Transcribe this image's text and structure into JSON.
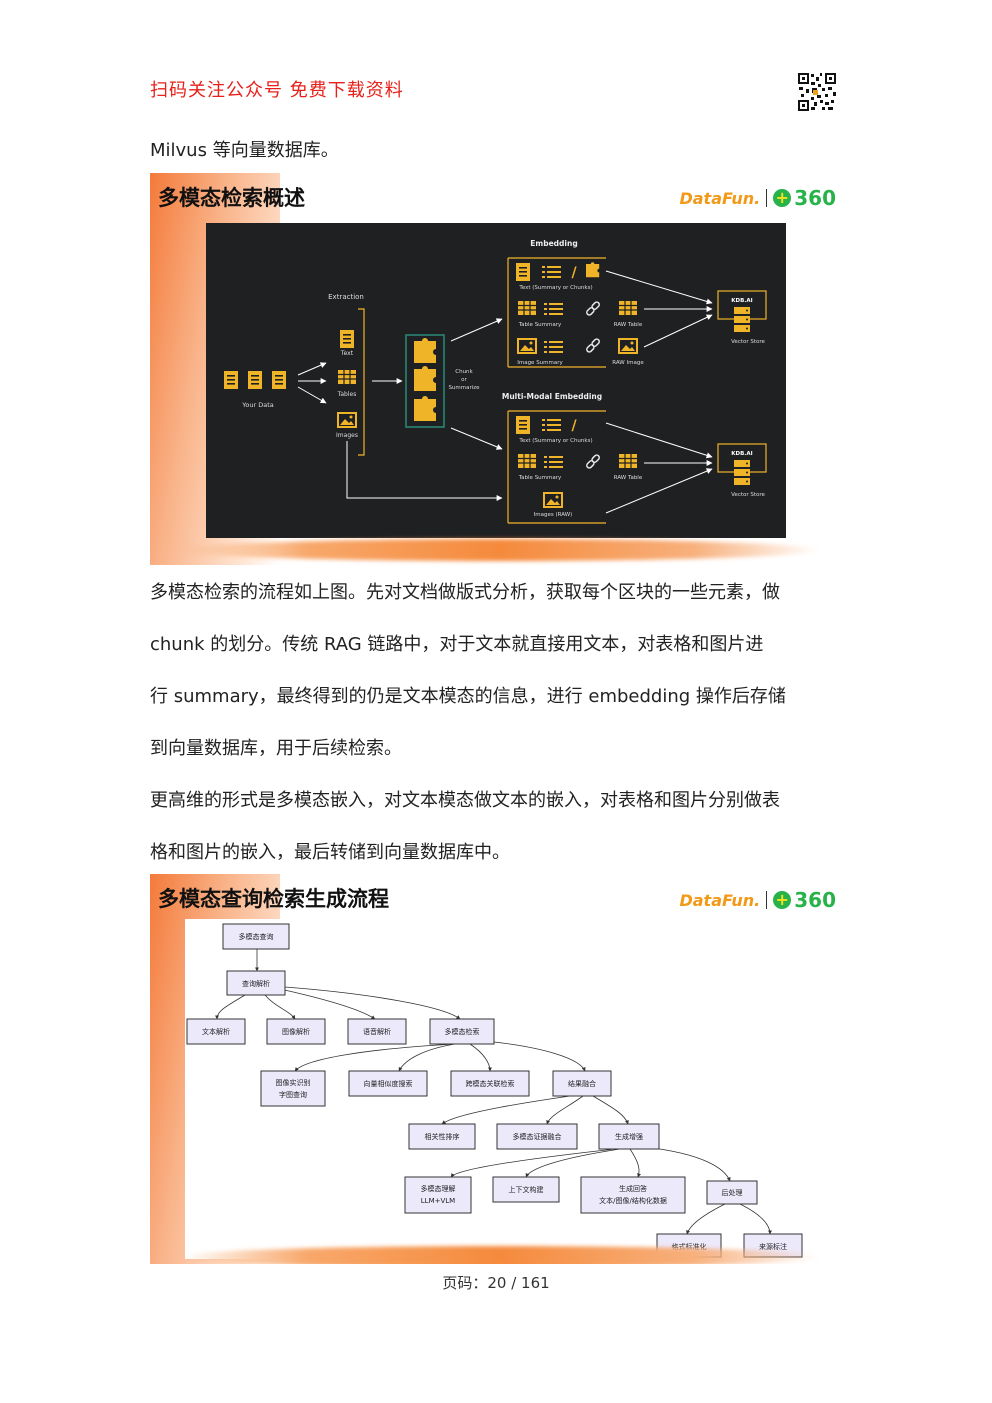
{
  "header": {
    "promo": "扫码关注公众号  免费下载资料"
  },
  "intro_line": "Milvus  等向量数据库。",
  "slide1": {
    "title": "多模态检索概述",
    "brand_datafun": "DataFun.",
    "brand_360": "360",
    "diagram": {
      "extraction": "Extraction",
      "embedding": "Embedding",
      "mm_embedding": "Multi-Modal Embedding",
      "your_data": "Your Data",
      "text": "Text",
      "tables": "Tables",
      "images": "Images",
      "chunk": "Chunk",
      "or": "or",
      "summarize": "Summarize",
      "text_summary": "Text (Summary or Chunks)",
      "table_summary": "Table Summary",
      "raw_table": "RAW Table",
      "image_summary": "Image Summary",
      "raw_image": "RAW Image",
      "images_raw": "Images (RAW)",
      "kdb": "KDB.AI",
      "vector_store": "Vector Store"
    }
  },
  "para1": {
    "lines": [
      "多模态检索的流程如上图。先对文档做版式分析，获取每个区块的一些元素，做",
      "chunk  的划分。传统  RAG  链路中，对于文本就直接用文本，对表格和图片进",
      "行  summary，最终得到的仍是文本模态的信息，进行  embedding  操作后存储",
      "到向量数据库，用于后续检索。"
    ]
  },
  "para2": {
    "lines": [
      "更高维的形式是多模态嵌入，对文本模态做文本的嵌入，对表格和图片分别做表",
      "格和图片的嵌入，最后转储到向量数据库中。"
    ]
  },
  "slide2": {
    "title": "多模态查询检索生成流程",
    "brand_datafun": "DataFun.",
    "brand_360": "360",
    "flow": {
      "n1": "多模态查询",
      "n2": "查询解析",
      "n3a": "文本解析",
      "n3b": "图像解析",
      "n3c": "语音解析",
      "n3d": "多模态检索",
      "n4a1": "图像实识别",
      "n4a2": "字图查询",
      "n4b": "向量相似度搜索",
      "n4c": "跨模态关联检索",
      "n4d": "结果融合",
      "n5a": "相关性排序",
      "n5b": "多模态证据融合",
      "n5c": "生成增强",
      "n6a1": "多模态理解",
      "n6a2": "LLM+VLM",
      "n6b": "上下文构建",
      "n6c1": "生成回答",
      "n6c2": "文本/图像/结构化数据",
      "n6d": "后处理",
      "n7a": "格式标准化",
      "n7b": "来源标注"
    }
  },
  "footer": {
    "page": "页码：20 / 161"
  }
}
